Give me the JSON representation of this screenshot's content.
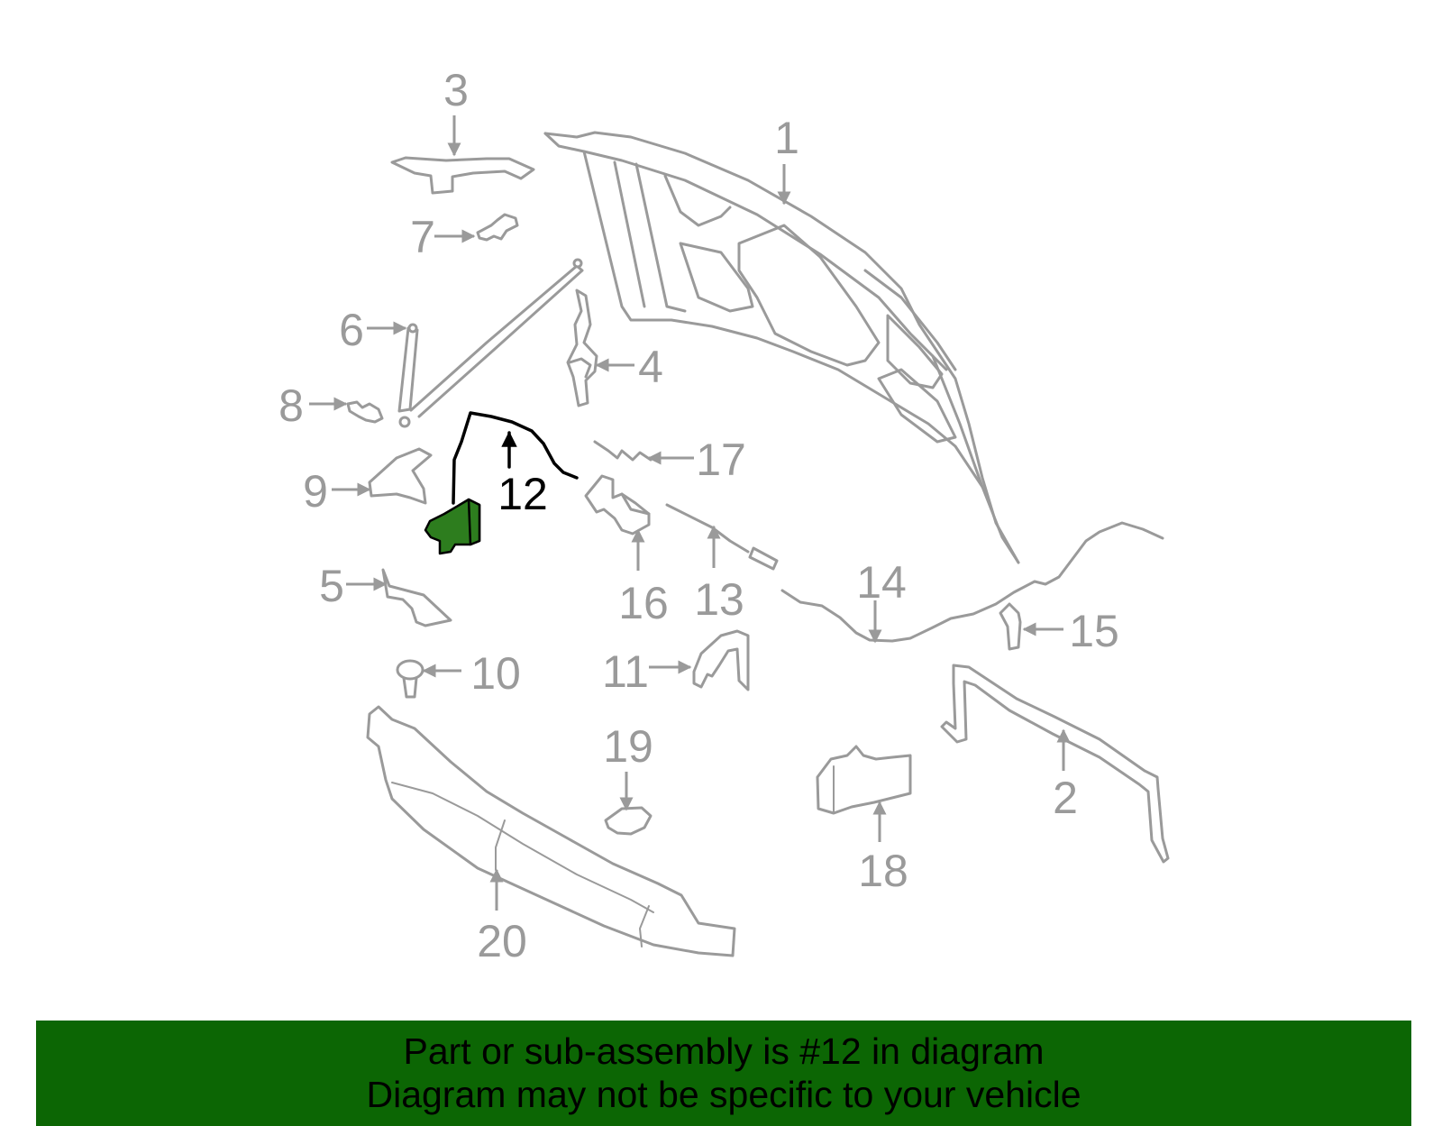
{
  "diagram": {
    "highlighted_part": "12",
    "highlight_color": "#2d7d1e",
    "part_color": "#9a9a9a",
    "callouts": [
      "1",
      "2",
      "3",
      "4",
      "5",
      "6",
      "7",
      "8",
      "9",
      "10",
      "11",
      "12",
      "13",
      "14",
      "15",
      "16",
      "17",
      "18",
      "19",
      "20"
    ]
  },
  "footer": {
    "background_color": "#0c6604",
    "line1": "Part or sub-assembly is #12 in diagram",
    "line2": "Diagram may not be specific to your vehicle"
  }
}
